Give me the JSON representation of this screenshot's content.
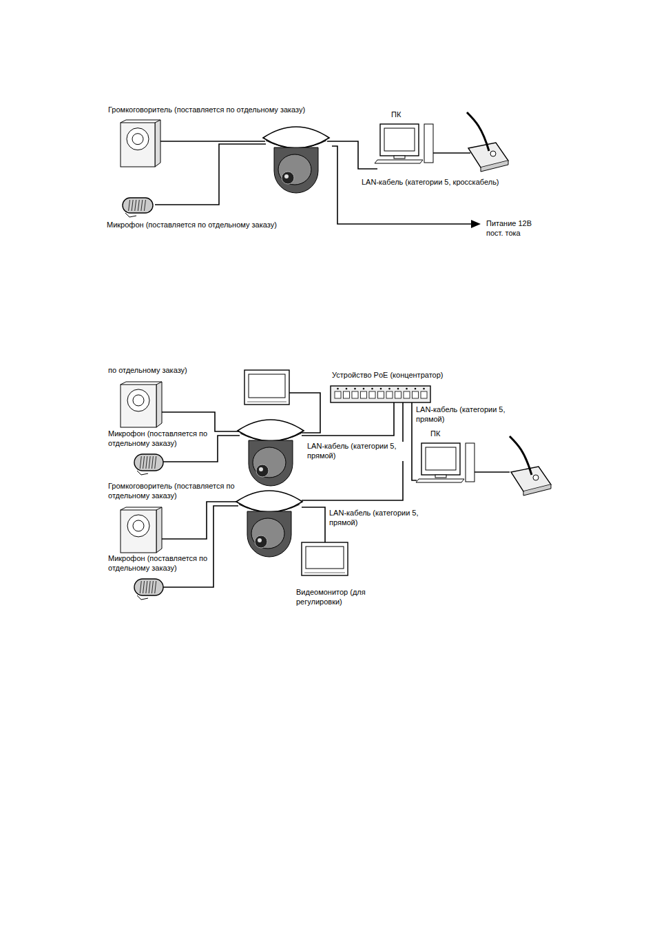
{
  "diagram": {
    "nodes": [
      {
        "text": [
          "Громкоговоритель (поставляется по отдельному заказу)"
        ]
      },
      {
        "text": [
          "ПК"
        ]
      },
      {
        "text": [
          "Микрофон (поставляется по отдельному заказу)"
        ]
      },
      {
        "text": [
          "по отдельному заказу)"
        ]
      },
      {
        "text": [
          "Устройство PoE (концентратор)"
        ]
      },
      {
        "text": [
          "Микрофон (поставляется по отдельному заказу)"
        ]
      },
      {
        "text": [
          "ПК"
        ]
      },
      {
        "text": [
          "Громкоговоритель (поставляется по отдельному заказу)"
        ]
      },
      {
        "text": [
          "Микрофон (поставляется по отдельному заказу)"
        ]
      },
      {
        "text": [
          "Видеомонитор (для регулировки)"
        ]
      }
    ],
    "edges": [
      {
        "from": 4,
        "to": 6,
        "label": "LAN-кабель (категории 5, прямой)",
        "arrow": "none"
      }
    ],
    "labels": [
      "LAN-кабель (категории 5, кросскабель)",
      "Питание 12В пост. тока",
      "LAN-кабель (категории 5, прямой)",
      "LAN-кабель (категории 5, прямой)"
    ]
  }
}
